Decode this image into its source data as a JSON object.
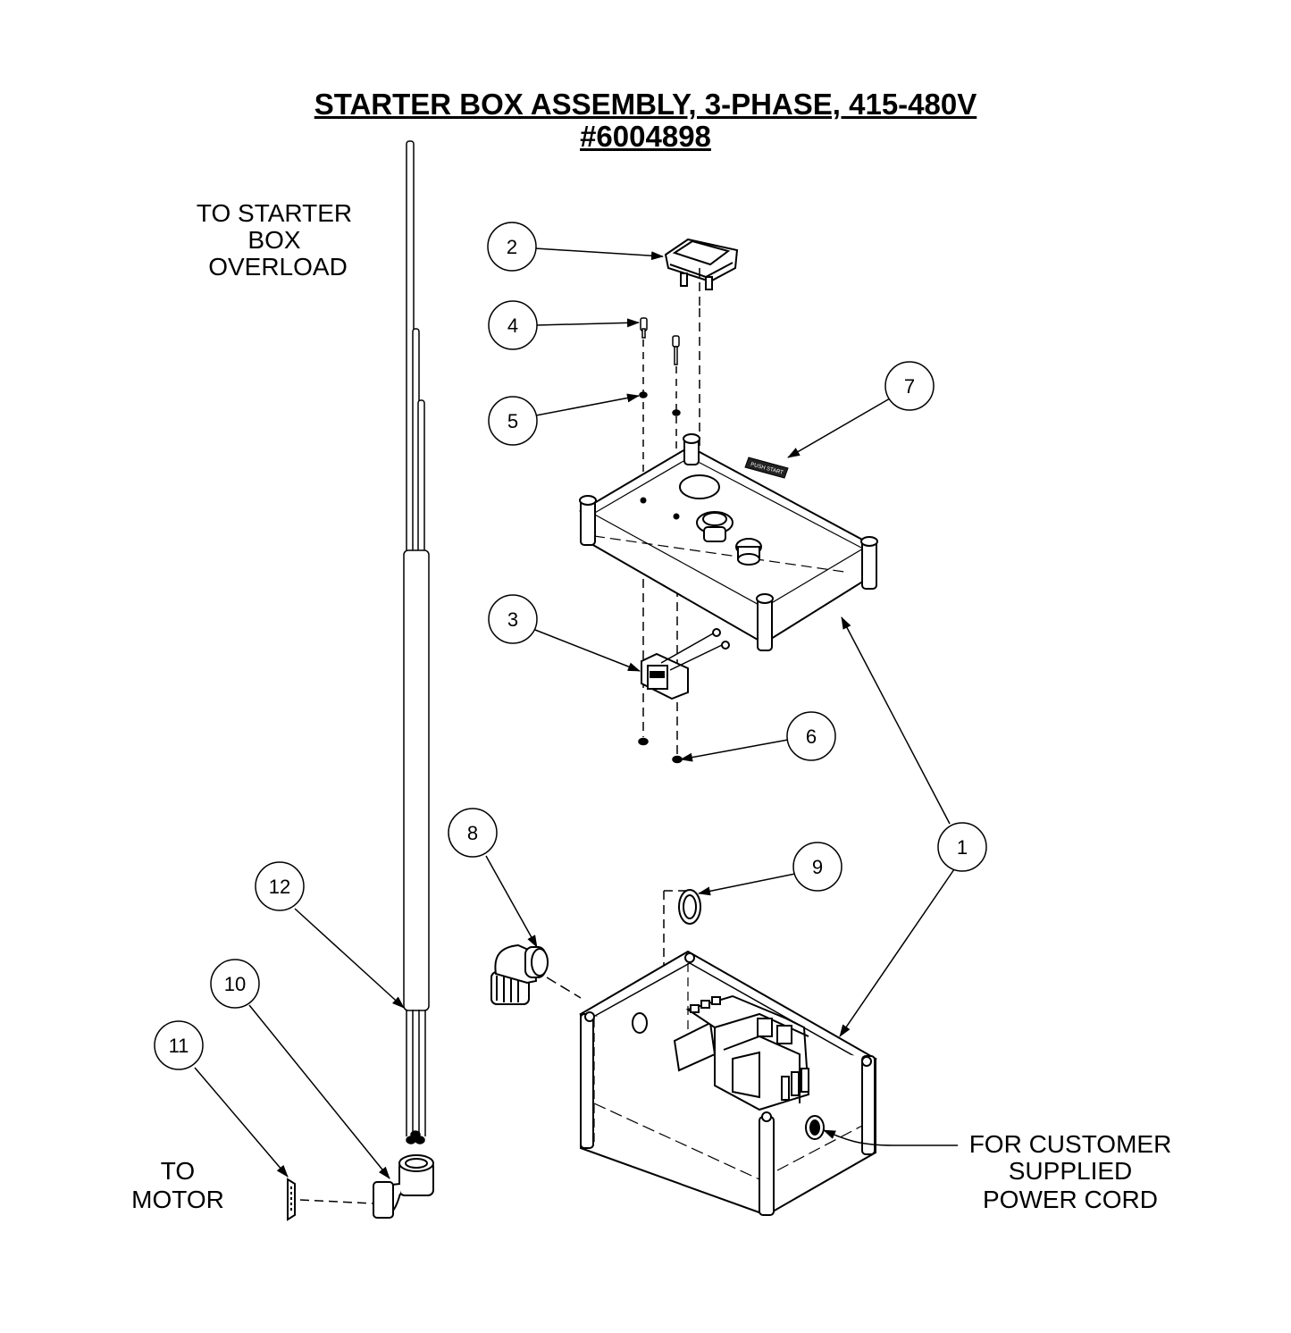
{
  "title": {
    "line1": "STARTER BOX ASSEMBLY, 3-PHASE, 415-480V",
    "line2": "#6004898"
  },
  "notes": {
    "overload": [
      "TO STARTER",
      "BOX",
      "OVERLOAD"
    ],
    "motor": [
      "TO",
      "MOTOR"
    ],
    "power_cord": [
      "FOR CUSTOMER",
      "SUPPLIED",
      "POWER CORD"
    ]
  },
  "callouts": [
    "1",
    "2",
    "3",
    "4",
    "5",
    "6",
    "7",
    "8",
    "9",
    "10",
    "11",
    "12"
  ],
  "label_plate": "PUSH START"
}
